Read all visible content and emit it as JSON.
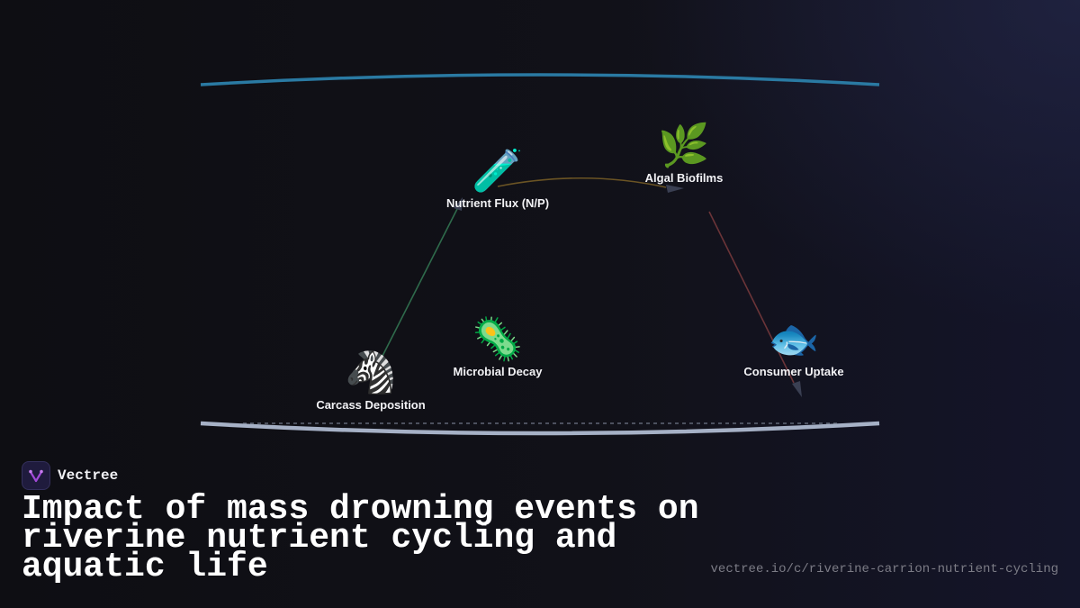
{
  "brand": {
    "name": "Vectree",
    "logo_icon": "vectree-logo-icon",
    "accent": "#a24ad8"
  },
  "title": "Impact of mass drowning events on riverine nutrient cycling and aquatic life",
  "url": "vectree.io/c/riverine-carrion-nutrient-cycling",
  "diagram": {
    "nodes": [
      {
        "id": "carcass",
        "label": "Carcass Deposition",
        "icon": "zebra-icon",
        "glyph": "🦓"
      },
      {
        "id": "nutrient",
        "label": "Nutrient Flux (N/P)",
        "icon": "test-tube-icon",
        "glyph": "🧪"
      },
      {
        "id": "algae",
        "label": "Algal Biofilms",
        "icon": "herb-icon",
        "glyph": "🌿"
      },
      {
        "id": "microbe",
        "label": "Microbial Decay",
        "icon": "microbe-icon",
        "glyph": "🦠"
      },
      {
        "id": "consumer",
        "label": "Consumer Uptake",
        "icon": "fish-icon",
        "glyph": "🐟"
      }
    ],
    "edges": [
      {
        "from": "carcass",
        "to": "nutrient",
        "color": "#2f6b4c"
      },
      {
        "from": "nutrient",
        "to": "algae",
        "color": "#6b5424"
      },
      {
        "from": "algae",
        "to": "consumer",
        "color": "#6b3438"
      }
    ],
    "colors": {
      "surface_line": "#2a7aa3",
      "riverbed_line": "#a6b1c6"
    }
  }
}
